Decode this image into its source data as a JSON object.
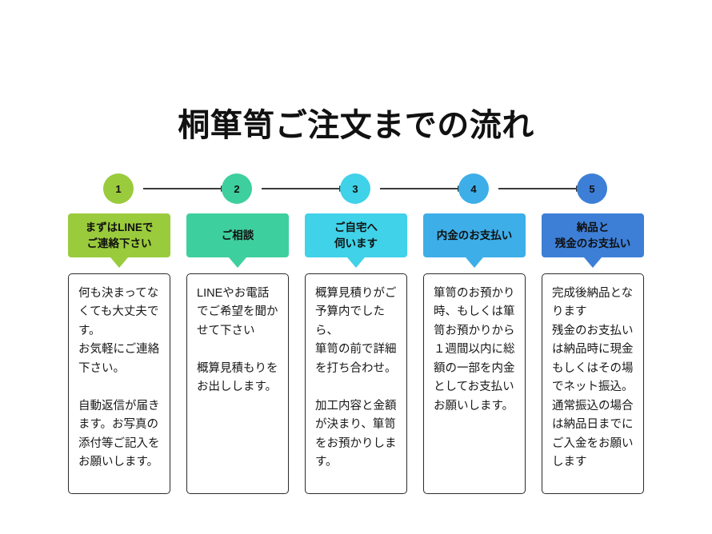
{
  "page": {
    "title": "桐箪笥ご注文までの流れ",
    "background_color": "#ffffff",
    "text_color": "#171717"
  },
  "flow": {
    "connector_color": "#3b3b3b",
    "connector_icon": "arrow-right-icon",
    "steps": [
      {
        "number": "1",
        "color": "#9ACB3C",
        "banner_label": "まずはLINEで\nご連絡下さい",
        "body": "何も決まってなくても大丈夫です。\nお気軽にご連絡下さい。\n\n自動返信が届きます。お写真の添付等ご記入をお願いします。"
      },
      {
        "number": "2",
        "color": "#3ECF9E",
        "banner_label": "ご相談",
        "body": "LINEやお電話でご希望を聞かせて下さい\n\n概算見積もりをお出しします。"
      },
      {
        "number": "3",
        "color": "#3FD2E8",
        "banner_label": "ご自宅へ\n伺います",
        "body": "概算見積りがご予算内でしたら、\n箪笥の前で詳細を打ち合わせ。\n\n加工内容と金額が決まり、箪笥をお預かりします。"
      },
      {
        "number": "4",
        "color": "#3DAEE8",
        "banner_label": "内金のお支払い",
        "body": "箪笥のお預かり時、もしくは箪笥お預かりから１週間以内に総額の一部を内金としてお支払いお願いします。"
      },
      {
        "number": "5",
        "color": "#3D7FD6",
        "banner_label": "納品と\n残金のお支払い",
        "body": "完成後納品となります\n残金のお支払いは納品時に現金もしくはその場でネット振込。\n通常振込の場合は納品日までにご入金をお願いします"
      }
    ]
  }
}
